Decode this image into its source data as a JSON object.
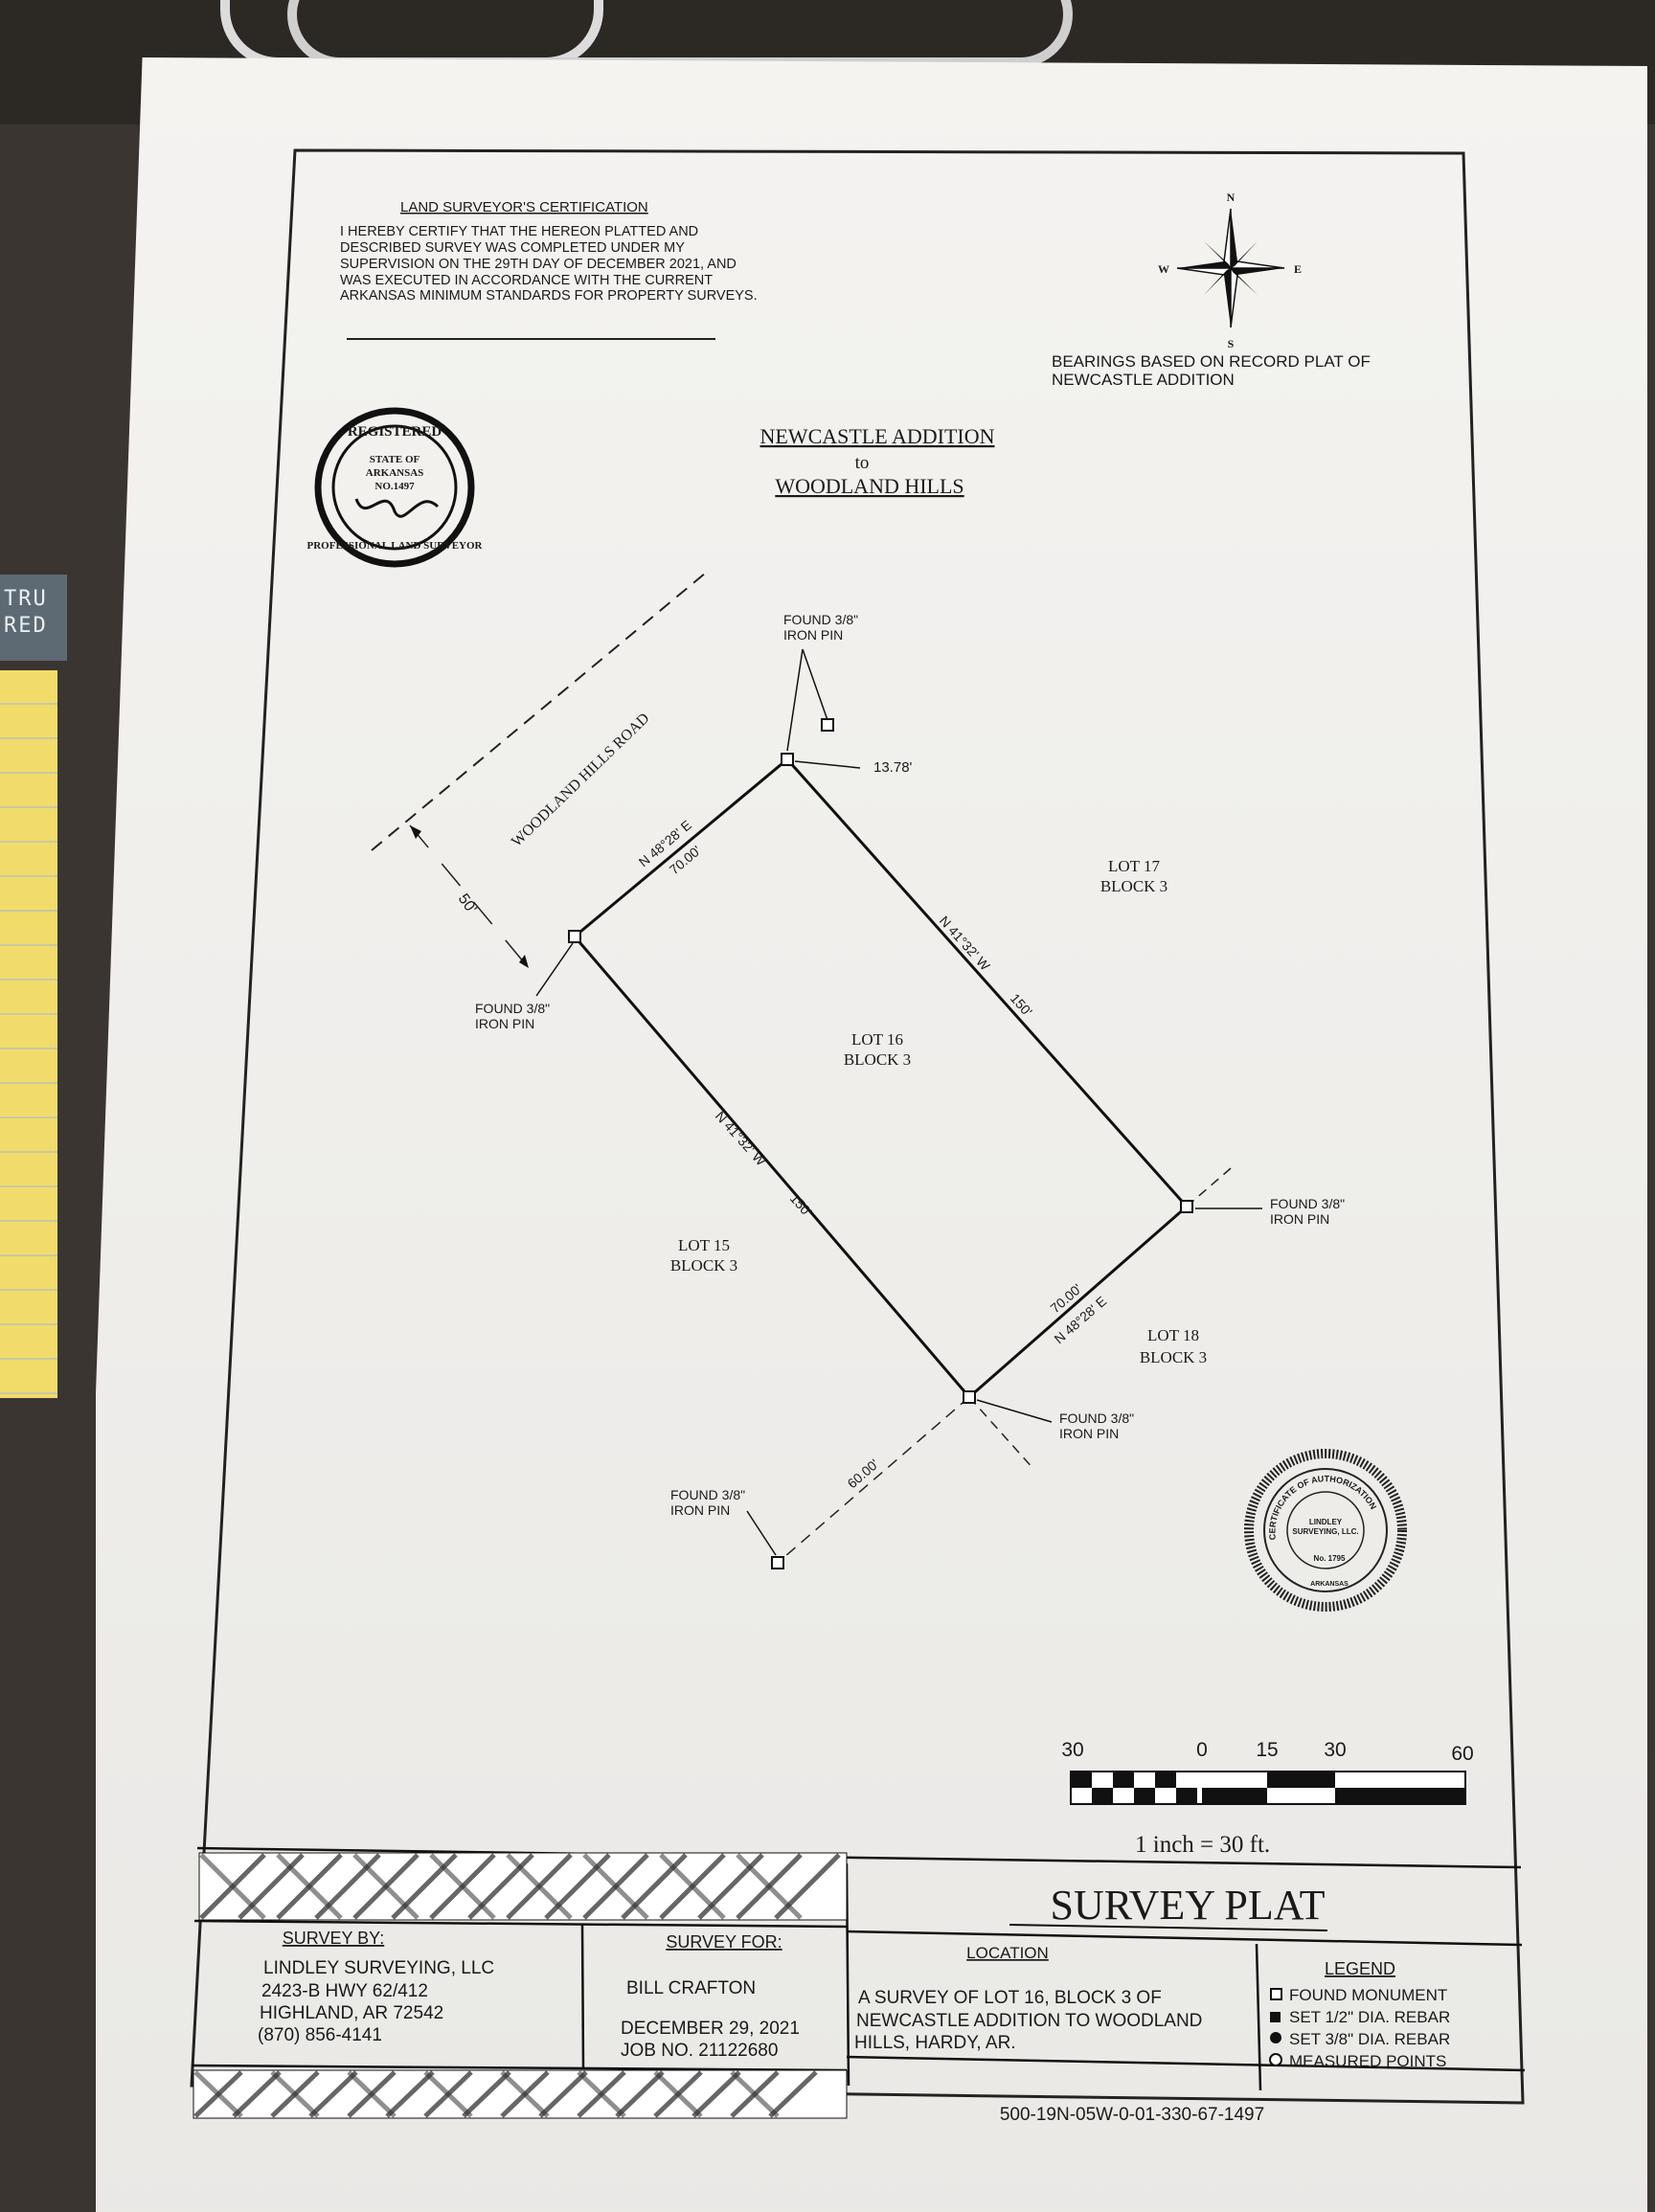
{
  "certification": {
    "heading": "LAND SURVEYOR'S CERTIFICATION",
    "lines": [
      "I HEREBY CERTIFY THAT THE HEREON PLATTED AND",
      "DESCRIBED SURVEY WAS COMPLETED UNDER MY",
      "SUPERVISION ON THE 29TH DAY OF DECEMBER 2021, AND",
      "WAS EXECUTED IN ACCORDANCE WITH THE CURRENT",
      "ARKANSAS MINIMUM STANDARDS FOR PROPERTY SURVEYS."
    ]
  },
  "surveyor_seal": {
    "top": "REGISTERED",
    "lines": [
      "STATE OF",
      "ARKANSAS",
      "NO.1497"
    ],
    "bottom": "PROFESSIONAL LAND SURVEYOR"
  },
  "compass": {
    "n": "N",
    "s": "S",
    "e": "E",
    "w": "W"
  },
  "bearings_note": [
    "BEARINGS BASED ON RECORD PLAT OF",
    "NEWCASTLE ADDITION"
  ],
  "title": {
    "line1": "NEWCASTLE ADDITION",
    "line2": "to",
    "line3": "WOODLAND HILLS"
  },
  "road_name": "WOODLAND HILLS ROAD",
  "road_width": "50'",
  "pins": {
    "top_found": [
      "FOUND 3/8\"",
      "IRON PIN"
    ],
    "top_offset": "13.78'",
    "left_found": [
      "FOUND 3/8\"",
      "IRON PIN"
    ],
    "right_found": [
      "FOUND 3/8\"",
      "IRON PIN"
    ],
    "bottom_found": [
      "FOUND 3/8\"",
      "IRON PIN"
    ],
    "lower_found": [
      "FOUND 3/8\"",
      "IRON PIN"
    ]
  },
  "boundary_labels": {
    "front_bearing": "N 48°28' E",
    "front_dist": "70.00'",
    "right_bearing": "N 41°32' W",
    "right_dist": "150'",
    "left_bearing": "N 41°32' W",
    "left_dist": "150'",
    "rear_dist": "70.00'",
    "rear_bearing": "N 48°28' E",
    "tie_dist": "60.00'"
  },
  "lots": {
    "lot16": [
      "LOT 16",
      "BLOCK 3"
    ],
    "lot17": [
      "LOT 17",
      "BLOCK 3"
    ],
    "lot15": [
      "LOT 15",
      "BLOCK 3"
    ],
    "lot18": [
      "LOT 18",
      "BLOCK 3"
    ]
  },
  "company_seal": {
    "arc": "CERTIFICATE OF AUTHORIZATION",
    "name1": "LINDLEY",
    "name2": "SURVEYING, LLC.",
    "number": "No. 1795",
    "state": "ARKANSAS"
  },
  "scale": {
    "labels": [
      "30",
      "0",
      "15",
      "30",
      "60"
    ],
    "text": "1 inch  =  30   ft."
  },
  "title_block": {
    "plat_title": "SURVEY PLAT",
    "survey_by_heading": "SURVEY BY:",
    "survey_by": [
      "LINDLEY SURVEYING, LLC",
      "2423-B HWY 62/412",
      "HIGHLAND, AR 72542",
      "(870) 856-4141"
    ],
    "survey_for_heading": "SURVEY FOR:",
    "client": "BILL CRAFTON",
    "date": "DECEMBER 29, 2021",
    "job": "JOB NO. 21122680",
    "location_heading": "LOCATION",
    "location": [
      "A SURVEY OF LOT 16, BLOCK 3 OF",
      "NEWCASTLE ADDITION TO WOODLAND",
      "HILLS, HARDY, AR."
    ],
    "legend_heading": "LEGEND",
    "legend": [
      "FOUND MONUMENT",
      "SET 1/2\" DIA. REBAR",
      "SET 3/8\" DIA. REBAR",
      "MEASURED POINTS"
    ],
    "parcel": "500-19N-05W-0-01-330-67-1497"
  },
  "background_tag": [
    "TRU",
    "RED"
  ]
}
